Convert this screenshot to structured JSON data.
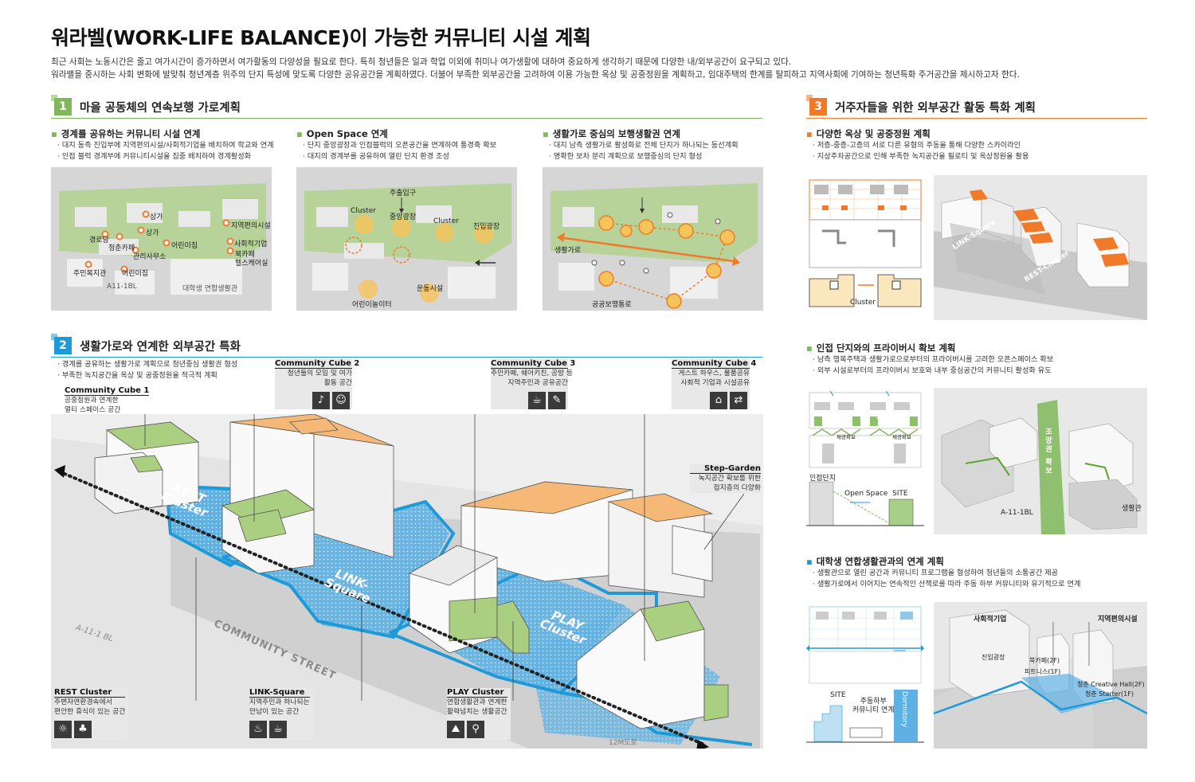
{
  "title": "워라벨(WORK-LIFE BALANCE)이 가능한  커뮤니티 시설 계획",
  "intro": [
    "최근 사회는 노동시간은 줄고 여가시간이 증가하면서 여가활동의 다양성을 필요로 한다. 특히 청년들은 일과 학업 이외에 취미나 여가생활에 대하여 중요하게 생각하기 때문에 다양한 내/외부공간이 요구되고 있다.",
    "워라밸을 중시하는 사회 변화에 발맞춰 청년계층 위주의 단지 특성에 맞도록 다양한 공유공간을 계획하였다. 더불어 부족한 외부공간을 고려하여 이용 가능한 옥상 및 공중정원을 계획하고, 임대주택의 한계를 탈피하고 지역사회에 기여하는 청년특화 주거공간을 제시하고자 한다."
  ],
  "section1": {
    "num": "1",
    "title": "마을 공동체의 연속보행 가로계획",
    "subs": [
      {
        "title": "경계를 공유하는 커뮤니티 시설 연계",
        "lines": [
          "대지 동측 진입부에 지역편의시설/사회적기업을 배치하여 학교와 연계",
          "인접 블럭 경계부에 커뮤니티시설을 집중 배치하여 경계활성화"
        ]
      },
      {
        "title": "Open Space 연계",
        "lines": [
          "단지 중앙광장과 인접블럭의 오픈공간을 연계하여 통경축 확보",
          "대지의 경계부를 공유하여 열린 단지 환경 조성"
        ]
      },
      {
        "title": "생활가로 중심의 보행생활권 연계",
        "lines": [
          "대지 남측 생활가로 활성화로 전체 단지가 하나되는 동선계획",
          "명확한 보차 분리 계획으로 보행중심의 단지 형성"
        ]
      }
    ],
    "map1": {
      "labels": [
        "상가",
        "지역편의시설",
        "상가",
        "경로당",
        "청춘카페",
        "어린이집",
        "사회적기업",
        "관리사무소",
        "북카페",
        "헬스케어실",
        "주민복지관",
        "어린이집",
        "A11-1BL",
        "대학생 연합생활관"
      ]
    },
    "map2": {
      "labels": [
        "주출입구",
        "Cluster",
        "중앙광장",
        "Cluster",
        "진입광장",
        "운동시설",
        "어린이놀이터"
      ]
    },
    "map3": {
      "labels": [
        "생활가로",
        "공공보행통로"
      ]
    }
  },
  "section2": {
    "num": "2",
    "title": "생활가로와 연계한 외부공간 특화",
    "lines": [
      "경계를 공유하는  생활가로 계획으로 청년중심 생활권 형성",
      "부족한 녹지공간을 옥상  및 공중정원을 적극적 계획"
    ],
    "cubes": [
      {
        "title": "Community Cube 1",
        "lines": [
          "공중정원과 연계한",
          "멀티 스페이스 공간"
        ]
      },
      {
        "title": "Community Cube 2",
        "lines": [
          "청년들의 모임 및 여가",
          "활동 공간"
        ]
      },
      {
        "title": "Community Cube 3",
        "lines": [
          "주민카페, 쉐어키친, 공방 등",
          "지역주민과 공유공간"
        ]
      },
      {
        "title": "Community Cube 4",
        "lines": [
          "게스트 하우스, 물품공유",
          "사회적 기업과 시설공유"
        ]
      },
      {
        "title": "Step-Garden",
        "lines": [
          "녹지공간 확보를 위한",
          "접지층의 다양화"
        ]
      }
    ],
    "clusters": [
      {
        "title": "REST Cluster",
        "lines": [
          "주변자연환경속에서",
          "편안한 휴식이 있는 공간"
        ]
      },
      {
        "title": "LINK-Square",
        "lines": [
          "지역주민과 하나되는",
          "만남이 있는 공간"
        ]
      },
      {
        "title": "PLAY  Cluster",
        "lines": [
          "연합생활관과 연계한",
          "활력넘치는 생활공간"
        ]
      }
    ],
    "diagram_labels": {
      "rest": [
        "REST",
        "Cluster"
      ],
      "link": [
        "LINK-",
        "Square"
      ],
      "play": [
        "PLAY",
        "Cluster"
      ],
      "street": "COMMUNITY STREET",
      "block": "A-11-1 BL",
      "road": "12M도로"
    }
  },
  "section3": {
    "num": "3",
    "title": "거주자들을 위한 외부공간 활동 특화 계획",
    "subs": [
      {
        "title": "다양한 옥상 및 공중정원 계획",
        "lines": [
          "저층-중층-고층의 서로 다른 유형의 주동을 통해 다양한 스카이라인",
          "지상주차공간으로 인해 부족한 녹지공간을 필로티 및 옥상정원을 활용"
        ]
      },
      {
        "title": "인접 단지와의 프라이버시 확보 계획",
        "lines": [
          "남측 행복주택과 생활가로으로부터의 프라이버시를 고려한 오픈스페이스 확보",
          "외부 시설로부터의 프라이버시 보호와 내부 중심공간의 커뮤니티 활성화 유도"
        ]
      },
      {
        "title": "대학생 연합생활관과의 연계 계획",
        "lines": [
          "생활관으로 열린 공간과 커뮤니티 프로그램을 형성하여 청년들의 소통공간 제공",
          "생활가로에서 이어지는 연속적인 산책로를 따라 주동 하부 커뮤니티와 유기적으로 연계"
        ]
      }
    ],
    "p1": {
      "cluster": "Cluster",
      "link": "LINK-Square",
      "rest": "REST-Cluster"
    },
    "p2": {
      "open1": "Open",
      "open2": "Open",
      "priv1": "채광확보",
      "priv2": "채광확보",
      "adj": "인접단지",
      "os": "Open Space",
      "site": "SITE",
      "axis": "조망권 확보",
      "block": "A-11-1BL",
      "dorm": "생활관"
    },
    "p3": {
      "site": "SITE",
      "comm": [
        "주동하부",
        "커뮤니티 연계"
      ],
      "dorm": "Dormitory",
      "social": "사회적기업",
      "conv": "지역편의시설",
      "plaza": "진입광장",
      "book": "북카페(2F)",
      "fit": "피트니스(1F)",
      "youth": "청춘 Creative Hall(2F)",
      "youth2": "청춘 Starter(1F)"
    }
  },
  "colors": {
    "green": "#7fb85a",
    "blue": "#1f9ad8",
    "orange": "#f07a2a",
    "roof_orange": "#f5b877"
  }
}
